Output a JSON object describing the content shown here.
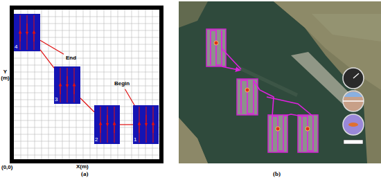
{
  "diagram": {
    "nodes": [
      {
        "text": [
          "Begin"
        ]
      },
      {
        "text": [
          "1"
        ]
      },
      {
        "text": [
          "2"
        ]
      },
      {
        "text": [
          "3"
        ]
      },
      {
        "text": [
          "4"
        ]
      },
      {
        "text": [
          "End"
        ]
      }
    ],
    "edges": [
      {
        "from": 0,
        "to": 1,
        "arrow": "none"
      },
      {
        "from": 1,
        "to": 2,
        "arrow": "none"
      },
      {
        "from": 2,
        "to": 3,
        "arrow": "none"
      },
      {
        "from": 3,
        "to": 4,
        "arrow": "none"
      },
      {
        "from": 4,
        "to": 5,
        "arrow": "none"
      }
    ],
    "labels": [
      "Y (m)",
      "(0,0)",
      "X(m)",
      "(a)",
      "(b)"
    ]
  }
}
